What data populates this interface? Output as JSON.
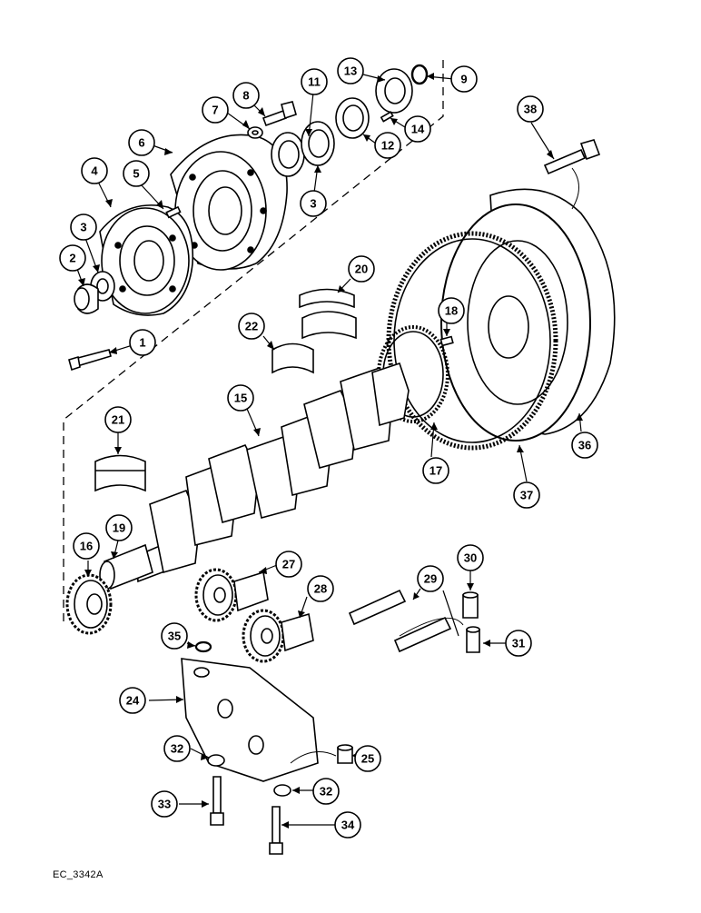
{
  "drawing_code": "EC_3342A",
  "callouts": {
    "c1": "1",
    "c2": "2",
    "c3a": "3",
    "c3b": "3",
    "c4": "4",
    "c5": "5",
    "c6": "6",
    "c7": "7",
    "c8": "8",
    "c9": "9",
    "c11": "11",
    "c12": "12",
    "c13": "13",
    "c14": "14",
    "c15": "15",
    "c16": "16",
    "c17": "17",
    "c18": "18",
    "c19": "19",
    "c20": "20",
    "c21": "21",
    "c22": "22",
    "c24": "24",
    "c25": "25",
    "c27": "27",
    "c28": "28",
    "c29": "29",
    "c30": "30",
    "c31": "31",
    "c32a": "32",
    "c32b": "32",
    "c33": "33",
    "c34": "34",
    "c35": "35",
    "c36": "36",
    "c37": "37",
    "c38": "38"
  }
}
